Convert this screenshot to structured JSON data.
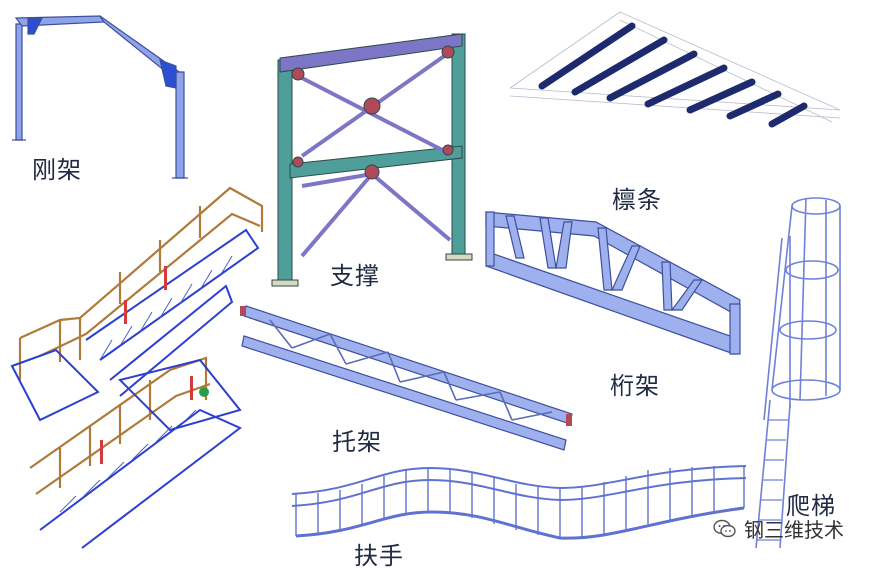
{
  "labels": {
    "rigid_frame": "刚架",
    "bracing": "支撑",
    "purlin": "檩条",
    "truss": "桁架",
    "bracket": "托架",
    "handrail": "扶手",
    "ladder": "爬梯"
  },
  "watermark": {
    "text": "钢三维技术",
    "icon": "wechat-icon"
  },
  "colors": {
    "steel_blue": "#8fa3e8",
    "steel_outline": "#3d4f9e",
    "column_teal": "#4f9e9a",
    "beam_purple": "#7d76c6",
    "joint_red": "#b04a5a",
    "stair_brown": "#b07a3a",
    "purlin_dark": "#1d2a6e",
    "text": "#1f2a44"
  }
}
